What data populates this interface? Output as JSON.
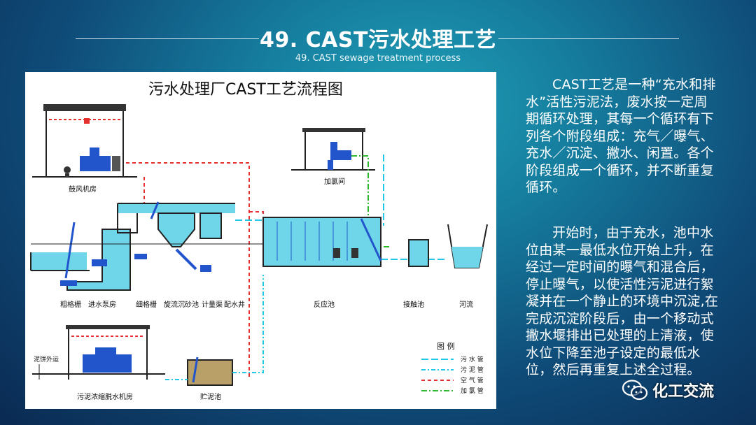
{
  "slide": {
    "title": "49. CAST污水处理工艺",
    "subtitle": "49. CAST sewage treatment process"
  },
  "diagram": {
    "title": "污水处理厂CAST工艺流程图",
    "labels": {
      "blower_room": "鼓风机房",
      "chlorine_room": "加氯间",
      "coarse_screen": "粗格栅",
      "pump_room": "进水泵房",
      "fine_screen": "细格栅",
      "grit_chamber": "旋流沉砂池",
      "flume": "计量渠",
      "distribution_well": "配水井",
      "reactor": "反应池",
      "contact_tank": "接触池",
      "river": "河流",
      "dewatering_room": "污泥浓缩脱水机房",
      "sludge_tank": "贮泥池",
      "sludge_out": "泥饼外运"
    },
    "legend": {
      "title": "图    例",
      "items": [
        {
          "label": "污 水 管",
          "color": "#1ec8e6",
          "dash": "10 4"
        },
        {
          "label": "污 泥 管",
          "color": "#1ec8e6",
          "dash": "6 3 2 3"
        },
        {
          "label": "空 气 管",
          "color": "#e53030",
          "dash": "5 4"
        },
        {
          "label": "加 氯 管",
          "color": "#2eb82e",
          "dash": "8 3 2 3"
        }
      ]
    },
    "colors": {
      "water": "#6fd6ea",
      "wall": "#222222",
      "air": "#e53030",
      "equipment": "#2255cc"
    }
  },
  "text": {
    "para1": "CAST工艺是一种“充水和排水”活性污泥法，废水按一定周期循环处理，其每一个循环有下列各个附段组成：充气／曝气、充水／沉淀、撇水、闲置。各个阶段组成一个循环，并不断重复循环。",
    "para2": "开始时，由于充水，池中水位由某一最低水位开始上升，在经过一定时间的曝气和混合后，停止曝气，以使活性污泥进行絮凝并在一个静止的环境中沉淀,在完成沉淀阶段后，由一个移动式撇水堰排出已处理的上清液，使水位下降至池子设定的最低水位，然后再重复上述全过程。"
  },
  "watermark": {
    "icon": "wechat-icon",
    "label": "化工交流"
  }
}
